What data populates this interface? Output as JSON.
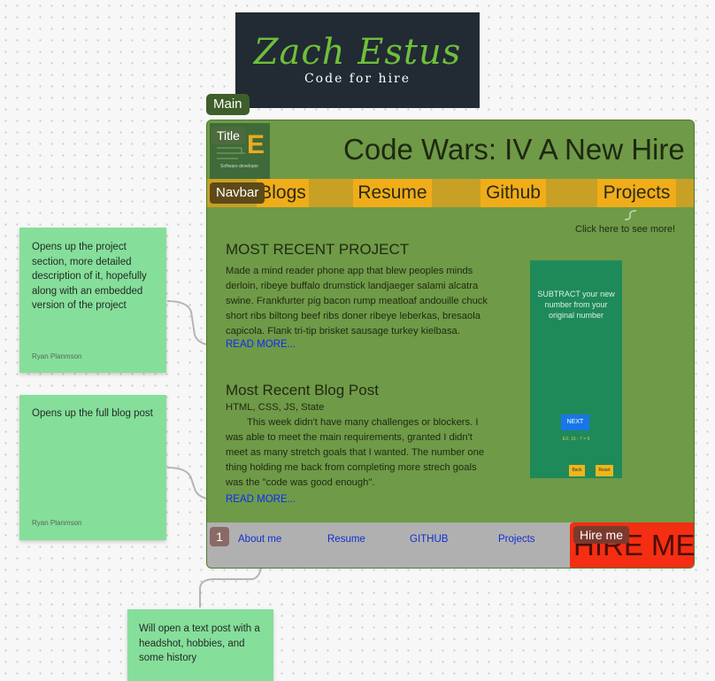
{
  "logo": {
    "name": "Zach Estus",
    "tagline": "Code for hire"
  },
  "labels": {
    "main": "Main",
    "title": "Title",
    "navbar": "Navbar",
    "hire": "Hire me",
    "footer_index": "1"
  },
  "thumb": {
    "letter": "E",
    "caption": "Software developer"
  },
  "page_title": "Code Wars: IV A New Hire",
  "nav": [
    "Blogs",
    "Resume",
    "Github",
    "Projects"
  ],
  "click_note": "Click here to see more!",
  "project": {
    "heading": "MOST RECENT PROJECT",
    "body": "Made a mind reader phone app that blew peoples minds derloin, ribeye buffalo drumstick landjaeger salami alcatra swine. Frankfurter pig bacon rump meatloaf andouille chuck short ribs biltong beef ribs doner ribeye leberkas, bresaola capicola. Flank tri-tip brisket sausage turkey kielbasa.",
    "read_more": "READ MORE..."
  },
  "blog": {
    "heading": "Most Recent Blog Post",
    "tags": "HTML, CSS, JS, State",
    "body": "This week didn't have many challenges or blockers. I was able to meet the main requirements, granted I didn't meet as many stretch goals that I wanted. The number one thing holding me back from completing more strech goals was the \"code was good enough\".",
    "read_more": "READ MORE..."
  },
  "phone": {
    "text": "SUBTRACT your new number from your original number",
    "next": "NEXT",
    "example": "EX: 16 - 7 = 9",
    "back": "Back",
    "reset": "Reset"
  },
  "footer": {
    "links": [
      "About me",
      "Resume",
      "GITHUB",
      "Projects"
    ],
    "hire_big": "HIRE ME!"
  },
  "stickies": [
    {
      "text": "Opens up the project section, more detailed description of it, hopefully along with an embedded version of the project",
      "author": "Ryan Planmson"
    },
    {
      "text": "Opens up the full blog post",
      "author": "Ryan Planmson"
    },
    {
      "text": "Will open a text post with a headshot, hobbies, and some history"
    }
  ],
  "colors": {
    "frame": "#6f9a47",
    "navbar": "#c8a026",
    "nav_item": "#f0ad19",
    "sticky": "#86de9b",
    "hire": "#f42e12"
  }
}
